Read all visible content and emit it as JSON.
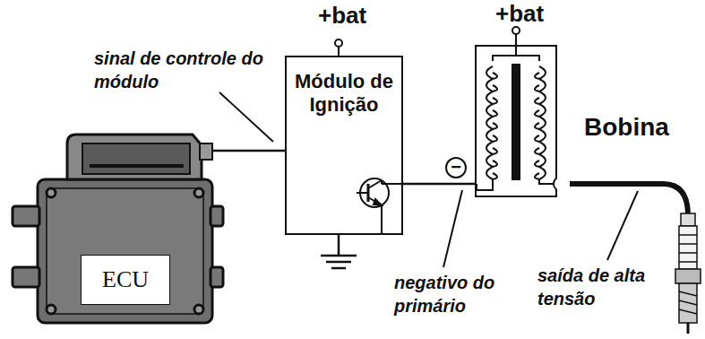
{
  "diagram": {
    "nodes": [
      {
        "text": [
          "ECU"
        ]
      },
      {
        "text": [
          "Módulo de Ignição"
        ]
      },
      {
        "text": [
          "Bobina"
        ]
      }
    ],
    "edges": [
      {
        "from": 0,
        "to": 1,
        "arrow": "none"
      },
      {
        "from": 1,
        "to": 2,
        "arrow": "none"
      }
    ],
    "labels": [
      "+bat",
      "+bat",
      "sinal de controle do módulo",
      "−",
      "negativo do primário",
      "saída de alta tensão"
    ]
  }
}
